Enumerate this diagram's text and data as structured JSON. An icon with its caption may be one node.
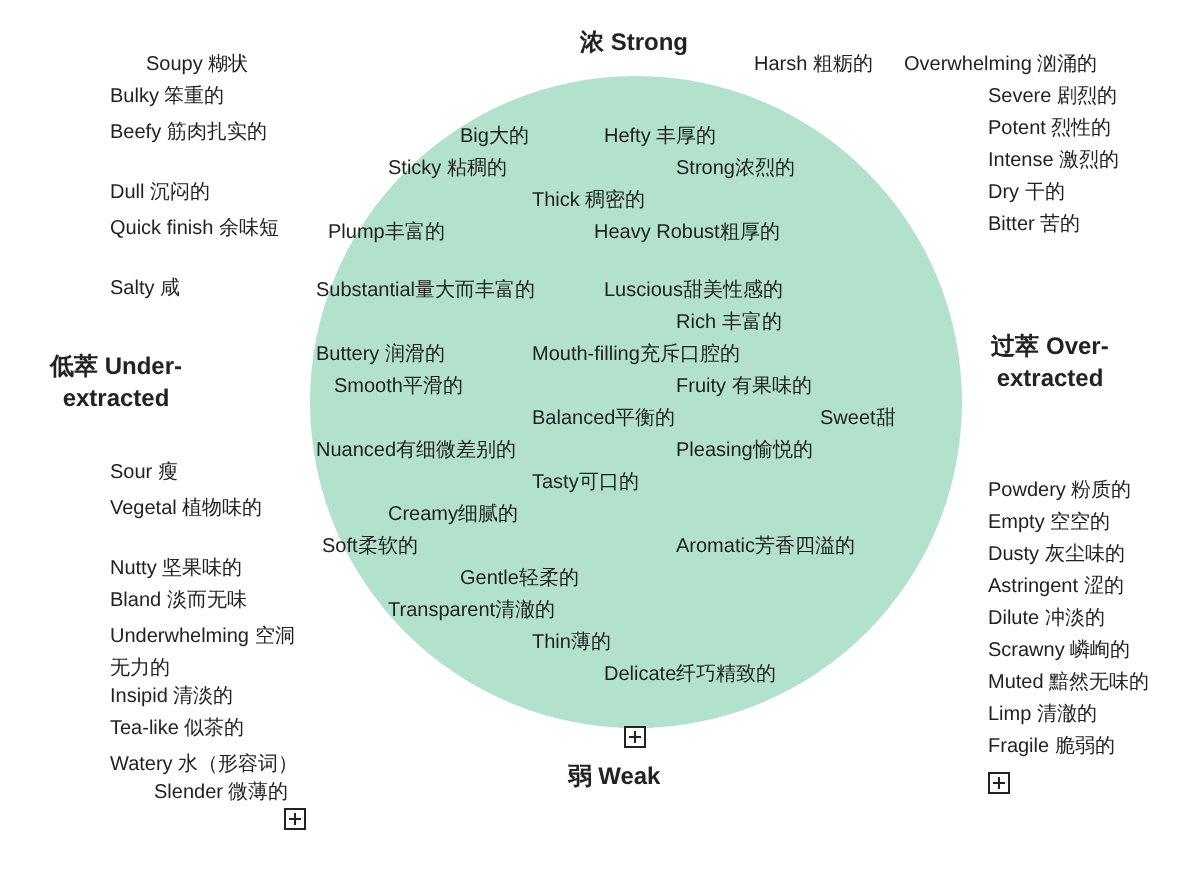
{
  "diagram": {
    "nodes": [
      {
        "text": [
          "Big大的",
          "Hefty 丰厚的",
          "Sticky 粘稠的",
          "Strong浓烈的",
          "Thick 稠密的",
          "Plump丰富的",
          "Heavy Robust粗厚的",
          "Substantial量大而丰富的",
          "Luscious甜美性感的",
          "Rich 丰富的",
          "Buttery 润滑的",
          "Mouth-filling充斥口腔的",
          "Smooth平滑的",
          "Fruity 有果味的",
          "Balanced平衡的",
          "Sweet甜",
          "Nuanced有细微差别的",
          "Pleasing愉悦的",
          "Tasty可口的",
          "Creamy细腻的",
          "Soft柔软的",
          "Aromatic芳香四溢的",
          "Gentle轻柔的",
          "Transparent清澈的",
          "Thin薄的",
          "Delicate纤巧精致的"
        ]
      }
    ],
    "labels": [
      "浓 Strong",
      "Soupy 糊状",
      "Harsh 粗粝的",
      "Overwhelming 汹涌的",
      "Bulky 笨重的",
      "Severe 剧烈的",
      "Beefy 筋肉扎实的",
      "Potent 烈性的",
      "Intense 激烈的",
      "Dull 沉闷的",
      "Dry 干的",
      "Quick finish 余味短",
      "Bitter 苦的",
      "Salty 咸",
      "低萃 Under-extracted",
      "过萃 Over-extracted",
      "Sour 瘦",
      "Powdery 粉质的",
      "Vegetal 植物味的",
      "Empty 空空的",
      "Nutty 坚果味的",
      "Dusty 灰尘味的",
      "Bland 淡而无味",
      "Astringent 涩的",
      "Underwhelming 空洞无力的",
      "Dilute 冲淡的",
      "Scrawny 嶙峋的",
      "Insipid 清淡的",
      "Muted 黯然无味的",
      "Tea-like 似茶的",
      "Limp 清澈的",
      "Watery 水（形容词）",
      "Fragile 脆弱的",
      "Slender 微薄的",
      "弱 Weak"
    ]
  }
}
